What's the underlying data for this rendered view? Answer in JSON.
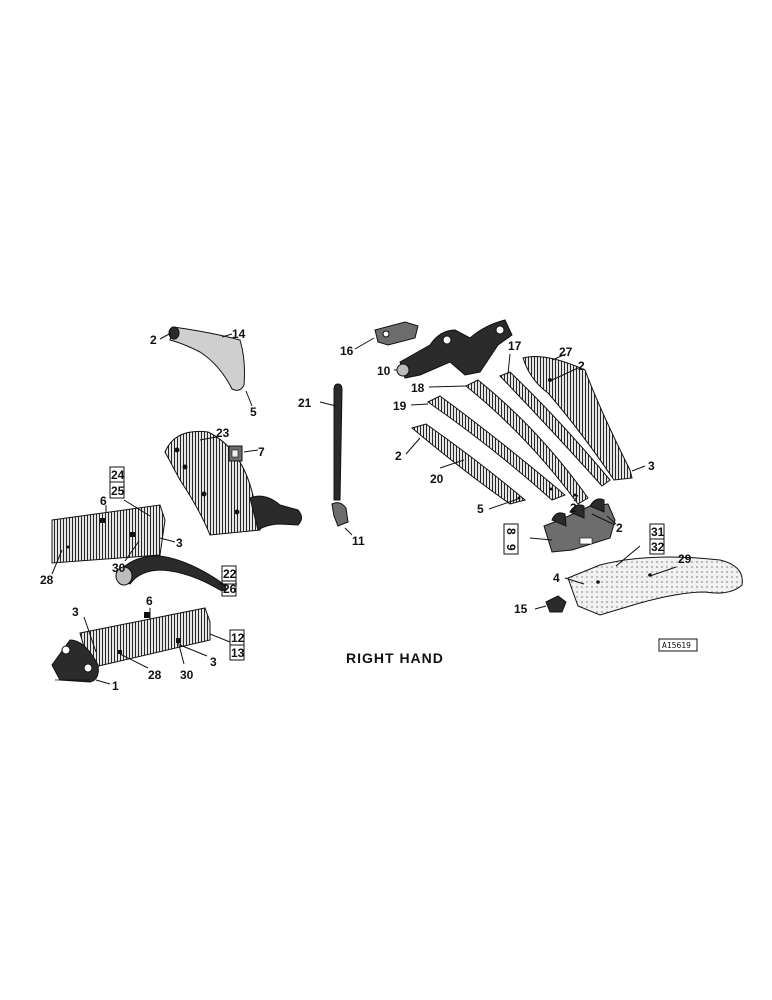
{
  "caption": "RIGHT HAND",
  "figure_id": "A15619",
  "callouts": {
    "c1": "1",
    "c2a": "2",
    "c2b": "2",
    "c2c": "2",
    "c2d": "2",
    "c2e": "2",
    "c3a": "3",
    "c3b": "3",
    "c3c": "3",
    "c3d": "3",
    "c4": "4",
    "c5a": "5",
    "c5b": "5",
    "c6a": "6",
    "c6b": "6",
    "c7": "7",
    "c8": "8",
    "c9": "9",
    "c10": "10",
    "c11": "11",
    "c12": "12",
    "c13": "13",
    "c14": "14",
    "c15": "15",
    "c16": "16",
    "c17": "17",
    "c18": "18",
    "c19": "19",
    "c20": "20",
    "c21": "21",
    "c22": "22",
    "c23": "23",
    "c24": "24",
    "c25": "25",
    "c26": "26",
    "c27": "27",
    "c28a": "28",
    "c28b": "28",
    "c29": "29",
    "c30a": "30",
    "c30b": "30",
    "c31": "31",
    "c32": "32"
  }
}
